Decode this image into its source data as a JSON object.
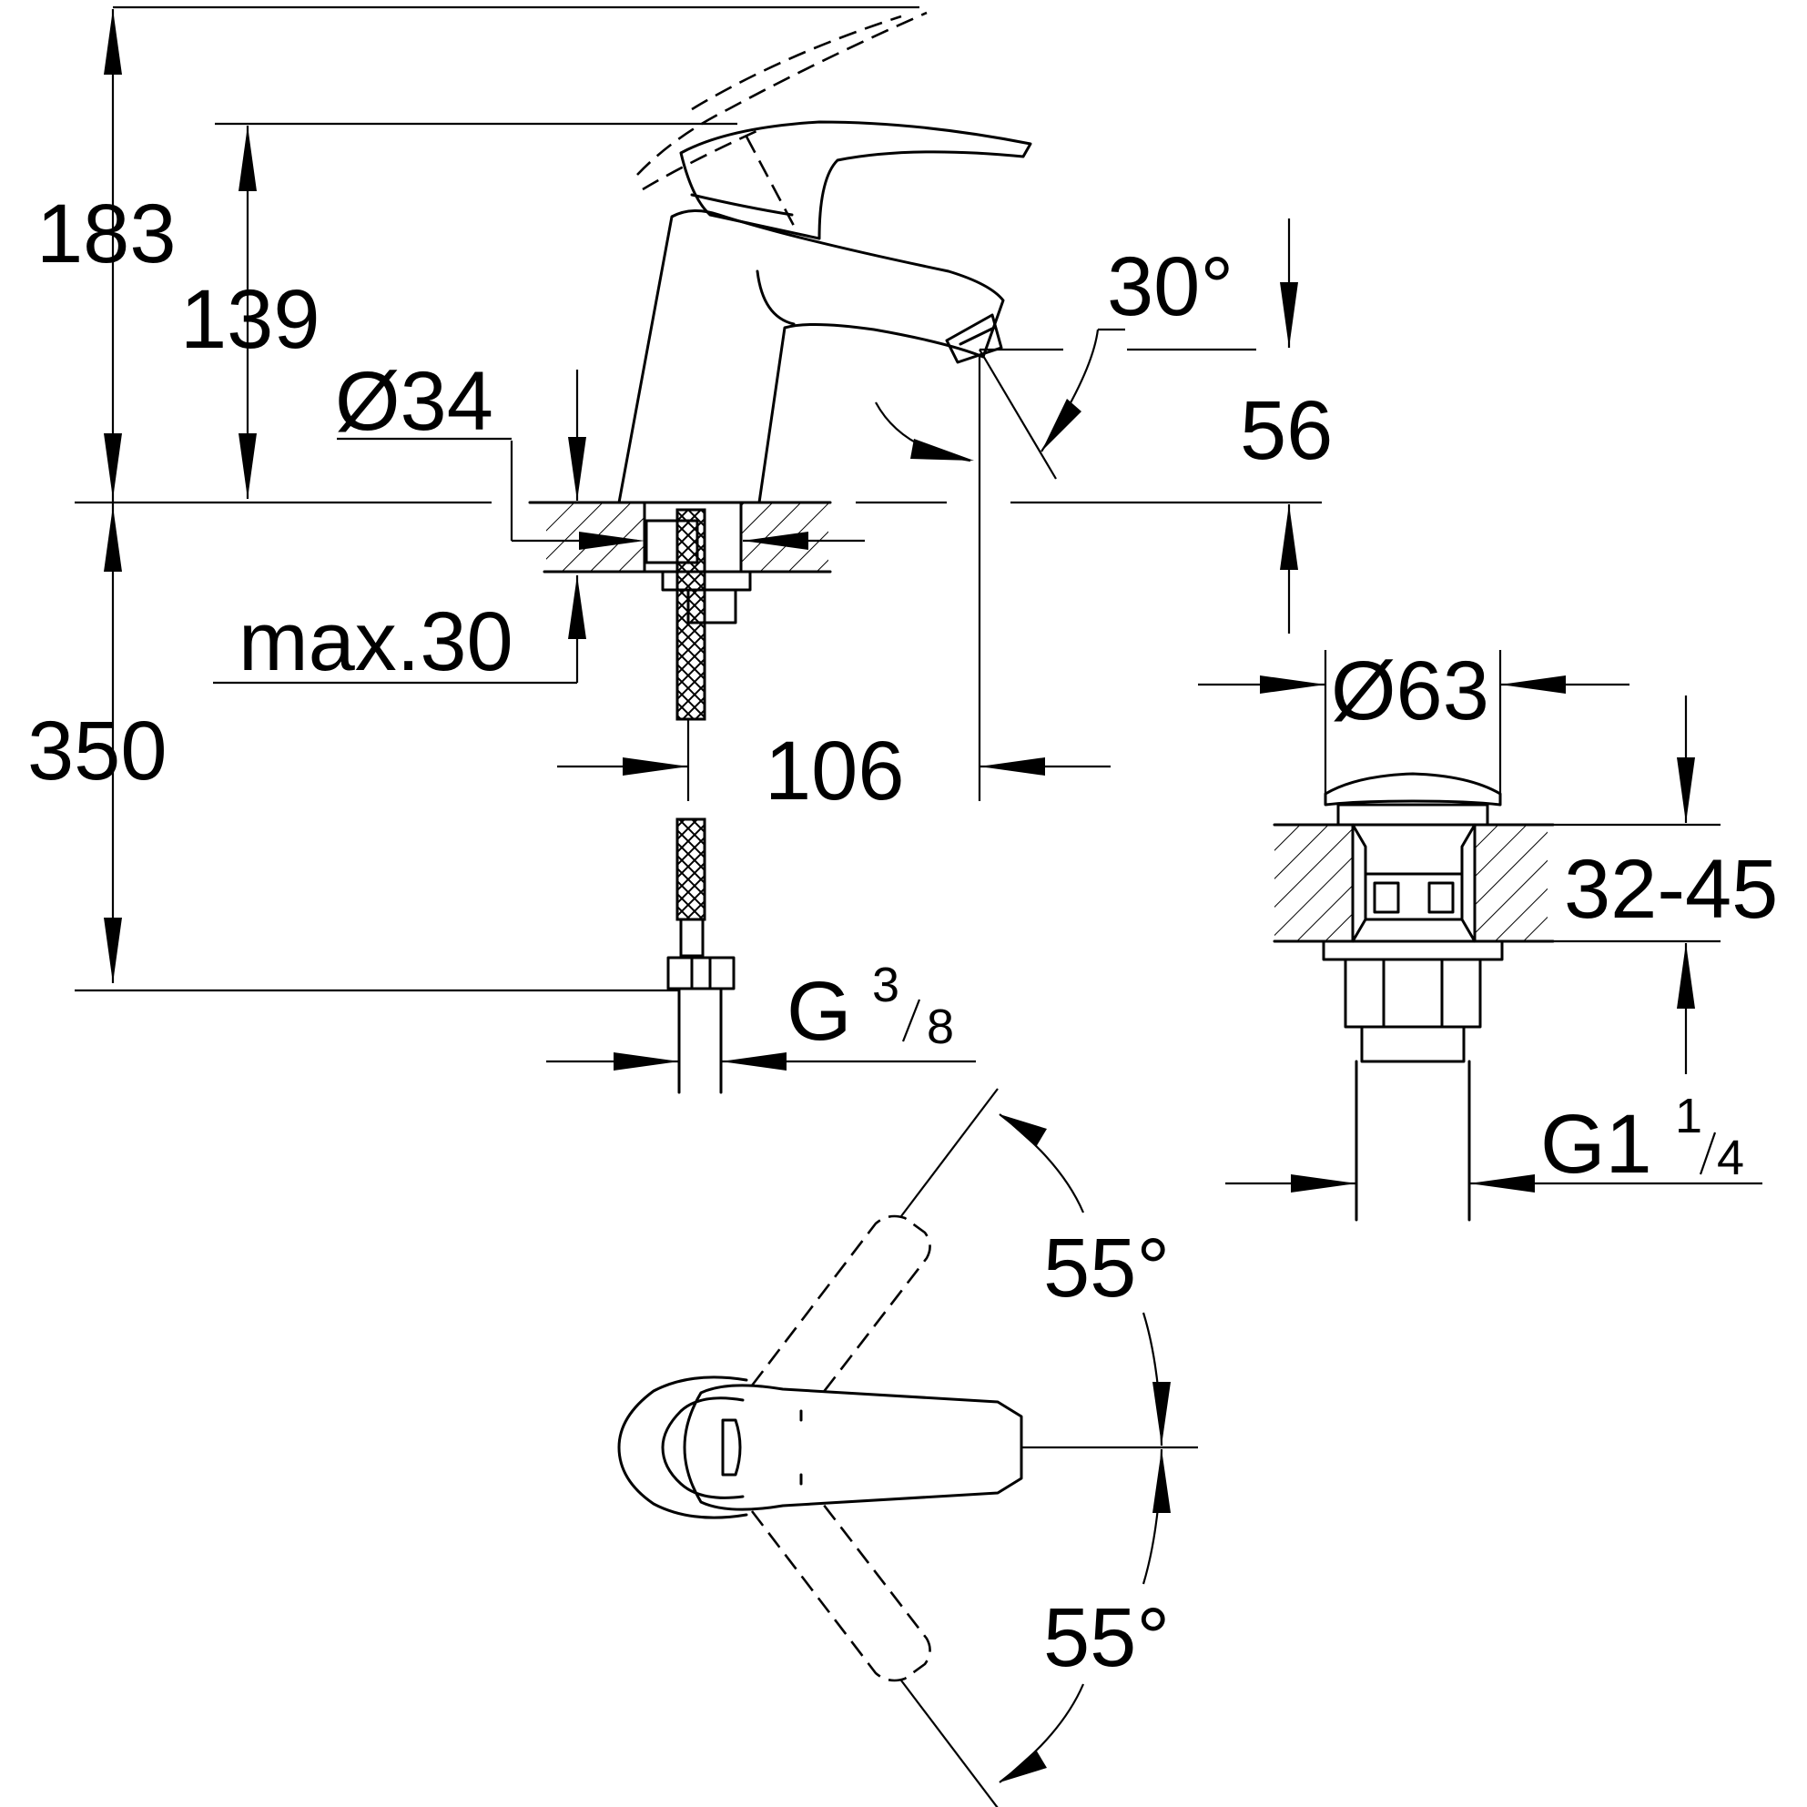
{
  "dimensions": {
    "total_height": "183",
    "lever_height": "139",
    "base_diameter": "Ø34",
    "deck_thickness": "max.30",
    "hose_length": "350",
    "spout_reach": "106",
    "spout_angle": "30°",
    "spout_height": "56",
    "hose_thread": "G",
    "hose_thread_num": "3",
    "hose_thread_den": "8",
    "waste_diameter": "Ø63",
    "waste_thickness": "32-45",
    "waste_thread": "G1",
    "waste_thread_num": "1",
    "waste_thread_den": "4",
    "lever_rotation_up": "55°",
    "lever_rotation_down": "55°"
  },
  "colors": {
    "line": "#000000",
    "background": "#ffffff"
  }
}
